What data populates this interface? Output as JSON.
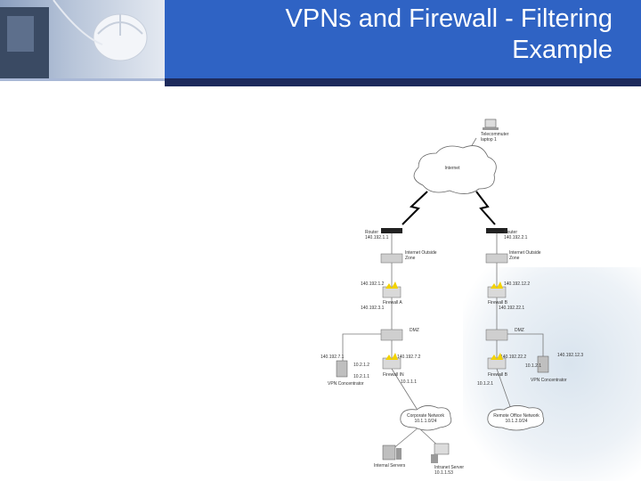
{
  "slide": {
    "title_line1": "VPNs and Firewall  - Filtering",
    "title_line2": "Example"
  },
  "diagram": {
    "internet": "Internet",
    "telecommuter": "Telecommuter\nlaptop 1",
    "router_a": "Router",
    "router_a_ip": "140.192.1.1",
    "router_b": "Router",
    "router_b_ip": "140.192.2.1",
    "zone_a": "Internet Outside\nZone",
    "zone_b": "Internet Outside\nZone",
    "ip_a1": "140.192.1.2",
    "ip_b1": "140.192.12.2",
    "firewall_a": "Firewall A",
    "firewall_b": "Firewall B",
    "ip_a2": "140.192.3.1",
    "ip_b2": "140.192.22.1",
    "dmz_a": "DMZ",
    "dmz_b": "DMZ",
    "ip_a3": "140.192.7.1",
    "ip_a4": "140.192.7.2",
    "ip_b3": "140.192.22.2",
    "ip_b4": "140.192.12.3",
    "ip_a5": "10.2.1.2",
    "ip_a6": "10.2.1.1",
    "ip_b5": "10.1.2.1",
    "vpn_a": "VPN Concentrator",
    "vpn_b": "VPN Concentrator",
    "firewall_a_inner": "Firewall IN",
    "firewall_b_inner": "Firewall B",
    "ip_a7": "10.1.1.1",
    "ip_b6": "10.1.2.1",
    "corp_net": "Corporate Network\n10.1.1.0/24",
    "remote_net": "Remote Office Network\n10.1.2.0/24",
    "host_a": "Internal Servers",
    "host_b": "Intranet Server\n10.1.1.53"
  }
}
